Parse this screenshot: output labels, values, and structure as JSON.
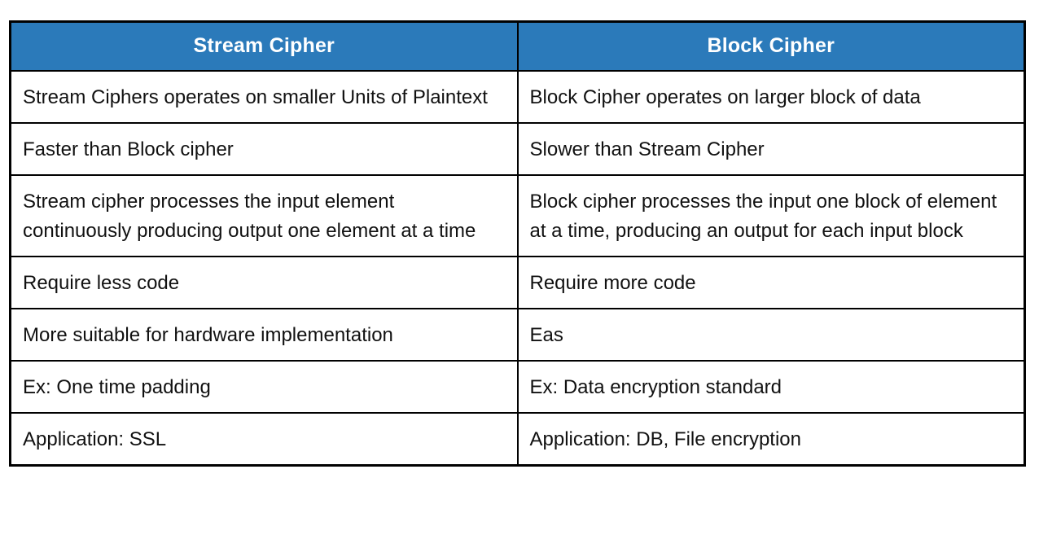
{
  "table": {
    "headers": [
      "Stream Cipher",
      "Block Cipher"
    ],
    "rows": [
      [
        "Stream Ciphers operates on smaller Units of Plaintext",
        "Block Cipher operates on larger block of data"
      ],
      [
        "Faster than Block cipher",
        "Slower than Stream Cipher"
      ],
      [
        "Stream cipher processes the input element continuously producing output one element at a time",
        "Block cipher processes the input one block of element at a time, producing an output for each input block"
      ],
      [
        "Require less code",
        "Require more code"
      ],
      [
        "More suitable for hardware implementation",
        "Eas"
      ],
      [
        "Ex: One time padding",
        "Ex: Data encryption standard"
      ],
      [
        "Application: SSL",
        "Application: DB, File encryption"
      ]
    ],
    "colors": {
      "header_bg": "#2B7ABA",
      "header_text": "#FFFFFF",
      "border": "#000000",
      "body_text": "#111111",
      "page_bg": "#FFFFFF"
    }
  }
}
